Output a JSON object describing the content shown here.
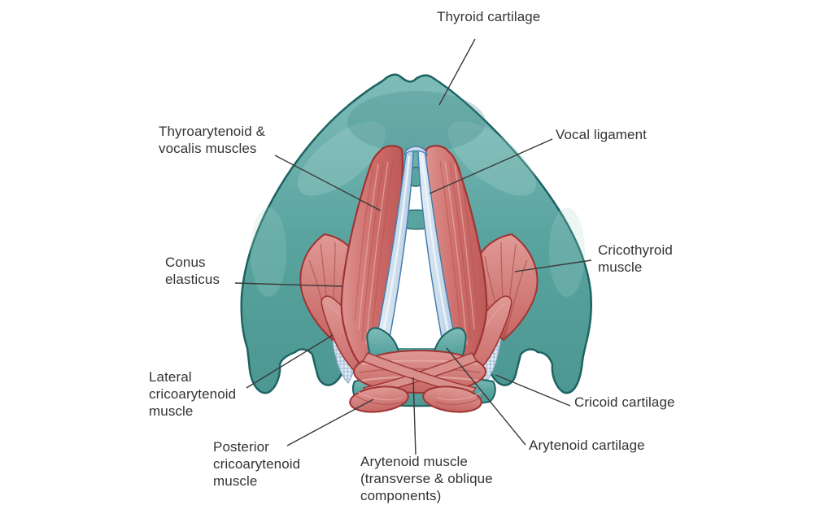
{
  "illustration": {
    "name": "larynx-anatomy-diagram",
    "background": "#ffffff",
    "parts": [
      "thyroid-cartilage",
      "thyroarytenoid-vocalis-muscles",
      "vocal-ligament",
      "conus-elasticus",
      "cricothyroid-muscle",
      "lateral-cricoarytenoid-muscle",
      "posterior-cricoarytenoid-muscle",
      "arytenoid-muscle",
      "arytenoid-cartilage",
      "cricoid-cartilage"
    ]
  },
  "colors": {
    "cartilage_teal": "#5aa4a0",
    "cartilage_outline": "#1d6361",
    "muscle_red": "#cc6b68",
    "muscle_outline": "#9e3434",
    "ligament_blue": "#c9dceb",
    "ligament_outline": "#4a7dad",
    "label_text": "#333333",
    "leader_line": "#3a3a3a"
  },
  "labels": [
    {
      "id": "thyroid-cartilage",
      "text": "Thyroid cartilage"
    },
    {
      "id": "thyroarytenoid-vocalis-muscles",
      "text": "Thyroarytenoid &\nvocalis muscles"
    },
    {
      "id": "vocal-ligament",
      "text": "Vocal ligament"
    },
    {
      "id": "conus-elasticus",
      "text": "Conus\nelasticus"
    },
    {
      "id": "cricothyroid-muscle",
      "text": "Cricothyroid\nmuscle"
    },
    {
      "id": "lateral-cricoarytenoid-muscle",
      "text": "Lateral\ncricoarytenoid\nmuscle"
    },
    {
      "id": "posterior-cricoarytenoid-muscle",
      "text": "Posterior\ncricoarytenoid\nmuscle"
    },
    {
      "id": "arytenoid-muscle",
      "text": "Arytenoid muscle\n(transverse & oblique\ncomponents)"
    },
    {
      "id": "arytenoid-cartilage",
      "text": "Arytenoid cartilage"
    },
    {
      "id": "cricoid-cartilage",
      "text": "Cricoid cartilage"
    }
  ]
}
